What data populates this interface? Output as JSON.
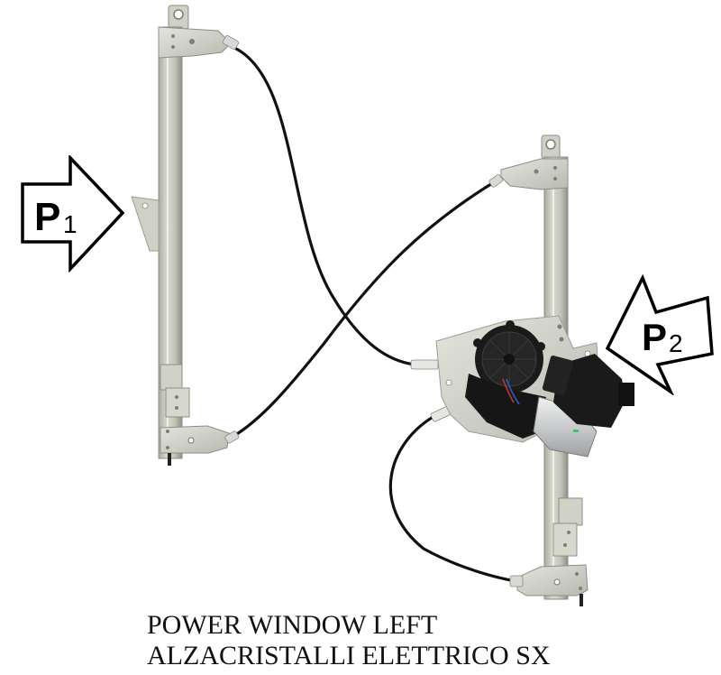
{
  "annotations": {
    "p1": {
      "letter": "P",
      "index": "1",
      "direction": "right"
    },
    "p2": {
      "letter": "P",
      "index": "2",
      "direction": "left"
    }
  },
  "caption": {
    "line1": "POWER WINDOW LEFT",
    "line2": "ALZACRISTALLI ELETTRICO SX"
  },
  "colors": {
    "background": "#ffffff",
    "rail_metal": "#c9cbbf",
    "rail_shadow": "#9a9c90",
    "cable": "#111111",
    "motor": "#1a1a1a",
    "motor_housing": "#d6d8d8",
    "arrow_stroke": "#000000"
  },
  "objects": [
    {
      "name": "left-guide-rail"
    },
    {
      "name": "right-guide-rail"
    },
    {
      "name": "drive-cable"
    },
    {
      "name": "electric-motor"
    }
  ]
}
